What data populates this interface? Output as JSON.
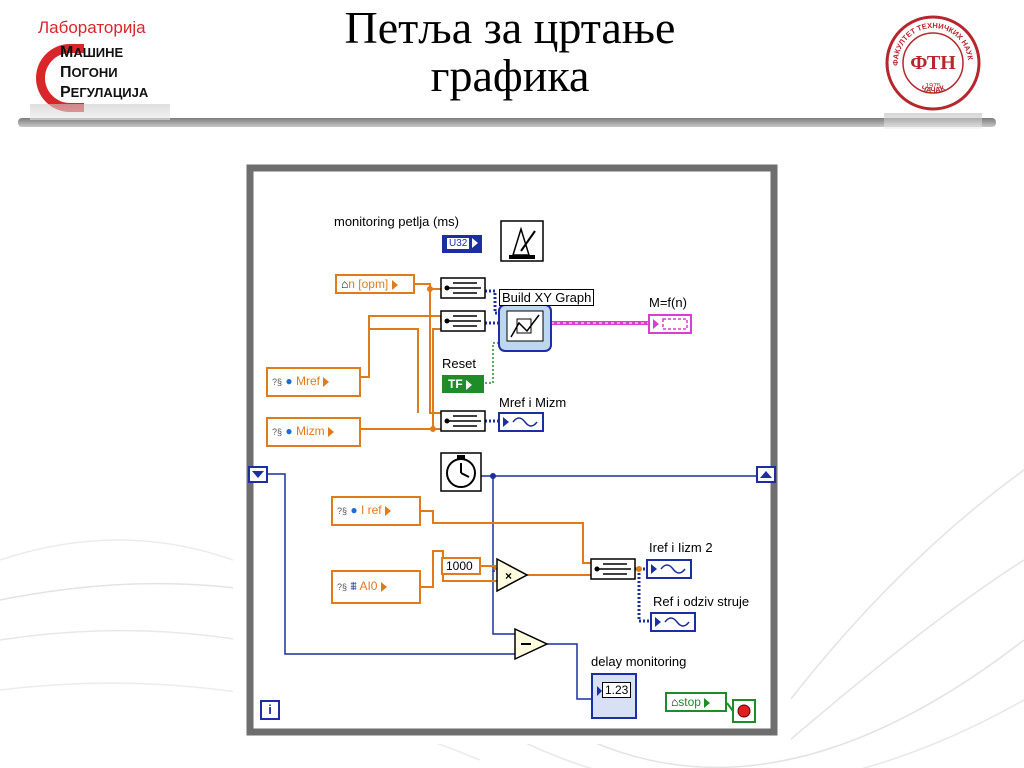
{
  "slide": {
    "title_line1": "Петља за цртање",
    "title_line2": "графика"
  },
  "logo_left": {
    "line1": "Лабораторија",
    "line2_cap": "М",
    "line2_rest": "АШИНЕ",
    "line3_cap": "П",
    "line3_rest": "ОГОНИ",
    "line4_cap": "Р",
    "line4_rest": "ЕГУЛАЦИЈА"
  },
  "seal": {
    "top_text": "ФАКУЛТЕТ ТЕХНИЧКИХ НАУКА",
    "year": "1975",
    "bottom_text": "ЧАЧАК",
    "monogram": "ФТН"
  },
  "diagram": {
    "labels": {
      "monitoring": "monitoring petlja (ms)",
      "build_xy": "Build XY Graph",
      "mfn": "M=f(n)",
      "reset": "Reset",
      "mref_izm": "Mref i Mizm",
      "iref_izm": "Iref i Iizm 2",
      "ref_odziv": "Ref i odziv struje",
      "delay": "delay monitoring"
    },
    "terminals": {
      "u32": "U32",
      "n_opm": "n [opm]",
      "mref": "Mref",
      "mizm": "Mizm",
      "iref": "I ref",
      "ai0": "AI0",
      "const_1000": "1000",
      "tf": "TF",
      "num_123": "1.23",
      "stop": "stop",
      "iter": "i"
    }
  },
  "colors": {
    "orange_wire": "#e07b1c",
    "blue_wire": "#1c2fa0",
    "pink_wire": "#d83fd0",
    "green_bool": "#1f8c2a",
    "logo_red": "#d9262b",
    "loop_gray": "#6e6e6e"
  }
}
